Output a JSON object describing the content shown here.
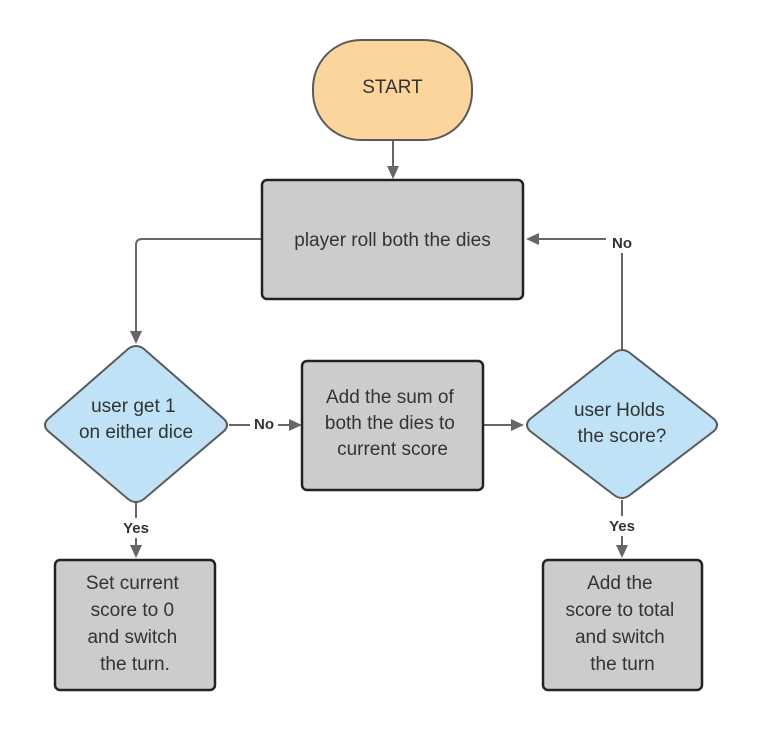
{
  "colors": {
    "terminal_fill": "#fcd59c",
    "process_fill": "#cccccc",
    "decision_fill": "#bfe2f6",
    "connector": "#666666"
  },
  "nodes": {
    "start": {
      "shape": "terminal",
      "lines": [
        "START"
      ]
    },
    "roll": {
      "shape": "process",
      "lines": [
        "player roll both the dies"
      ]
    },
    "check_one": {
      "shape": "decision",
      "lines": [
        "user get 1",
        "on either dice"
      ]
    },
    "add_sum": {
      "shape": "process",
      "lines": [
        "Add the sum of",
        "both the dies to",
        "current score"
      ]
    },
    "check_hold": {
      "shape": "decision",
      "lines": [
        "user Holds",
        "the score?"
      ]
    },
    "reset": {
      "shape": "process",
      "lines": [
        "Set current",
        "score to 0",
        "and switch",
        "the turn."
      ]
    },
    "add_total": {
      "shape": "process",
      "lines": [
        "Add the",
        "score to total",
        "and switch",
        "the turn"
      ]
    }
  },
  "edges": [
    {
      "from": "start",
      "to": "roll",
      "label": ""
    },
    {
      "from": "roll",
      "to": "check_one",
      "label": ""
    },
    {
      "from": "check_one",
      "to": "add_sum",
      "label": "No"
    },
    {
      "from": "check_one",
      "to": "reset",
      "label": "Yes"
    },
    {
      "from": "add_sum",
      "to": "check_hold",
      "label": ""
    },
    {
      "from": "check_hold",
      "to": "roll",
      "label": "No"
    },
    {
      "from": "check_hold",
      "to": "add_total",
      "label": "Yes"
    }
  ]
}
